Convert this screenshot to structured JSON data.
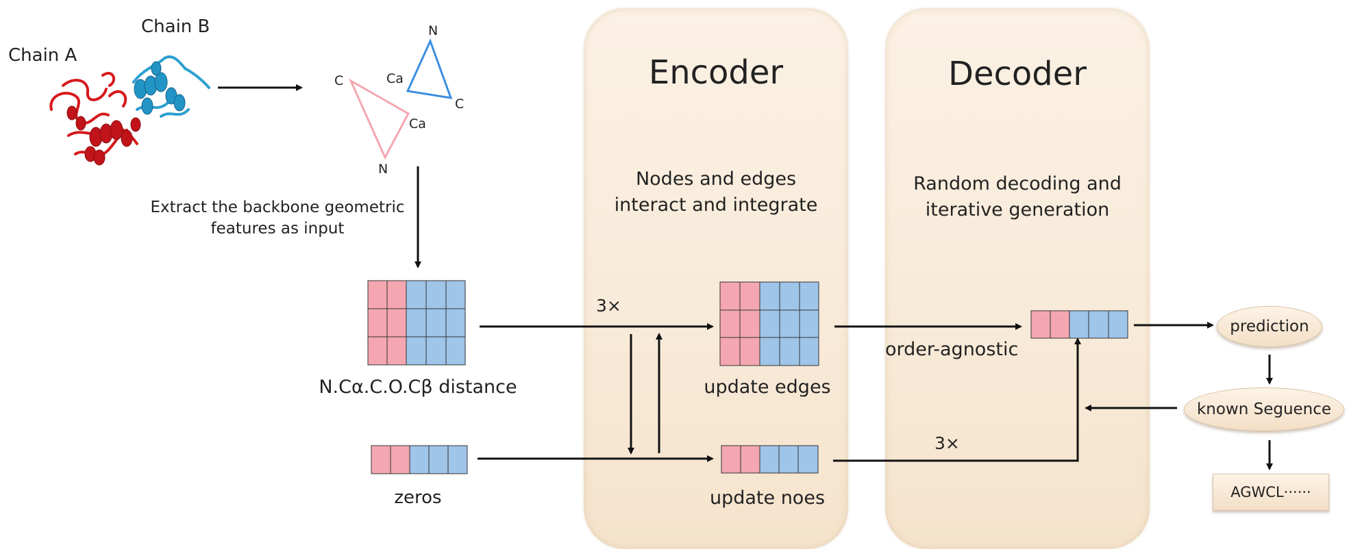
{
  "labels": {
    "chain_a": "Chain A",
    "chain_b": "Chain B",
    "atom_n_blue": "N",
    "atom_ca_blue": "Ca",
    "atom_c_blue": "C",
    "atom_c_pink": "C",
    "atom_ca_pink": "Ca",
    "atom_n_pink": "N",
    "extract_line1": "Extract the backbone geometric",
    "extract_line2": "features as input",
    "distance": "N.Cα.C.O.Cβ distance",
    "zeros": "zeros",
    "encoder_repeat": "3×",
    "decoder_repeat": "3×",
    "order_agnostic": "order-agnostic",
    "update_edges": "update edges",
    "update_nodes": "update noes"
  },
  "encoder": {
    "title": "Encoder",
    "desc_line1": "Nodes and edges",
    "desc_line2": "interact and integrate"
  },
  "decoder": {
    "title": "Decoder",
    "desc_line1": "Random decoding and",
    "desc_line2": "iterative generation"
  },
  "outputs": {
    "prediction": "prediction",
    "known_sequence": "known Seguence",
    "result": "AGWCL······"
  },
  "colors": {
    "pink": "#f4a7b0",
    "blue": "#9fc5e8",
    "panel": "#f8ead8",
    "chain_a": "#d7191c",
    "chain_b": "#2c9fd0"
  }
}
